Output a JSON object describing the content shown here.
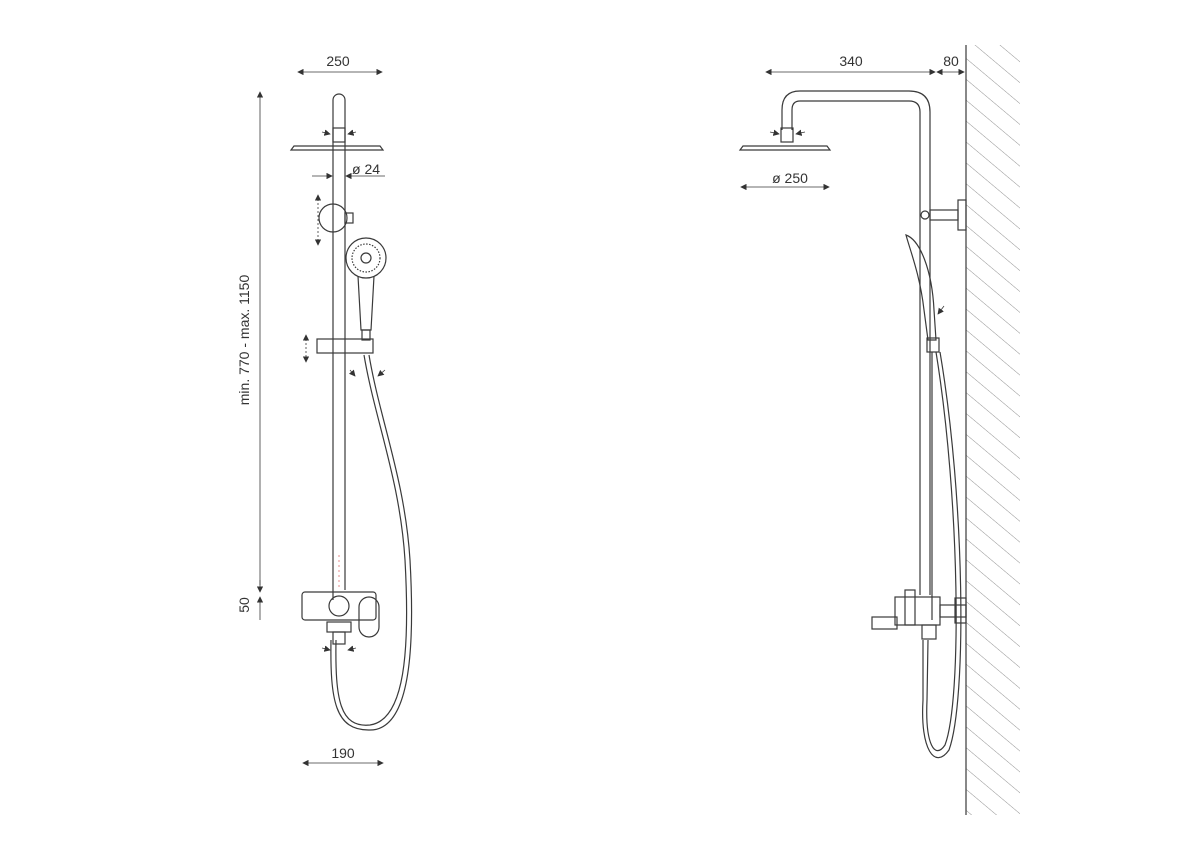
{
  "front_view": {
    "width_head": "250",
    "pipe_diameter": "ø 24",
    "height_range": "min. 770 - max. 1150",
    "mixer_offset": "50",
    "width_bottom": "190"
  },
  "side_view": {
    "arm_length": "340",
    "wall_distance": "80",
    "head_diameter": "ø 250"
  },
  "colors": {
    "line": "#3a3a3a",
    "centerline": "#e07070"
  }
}
